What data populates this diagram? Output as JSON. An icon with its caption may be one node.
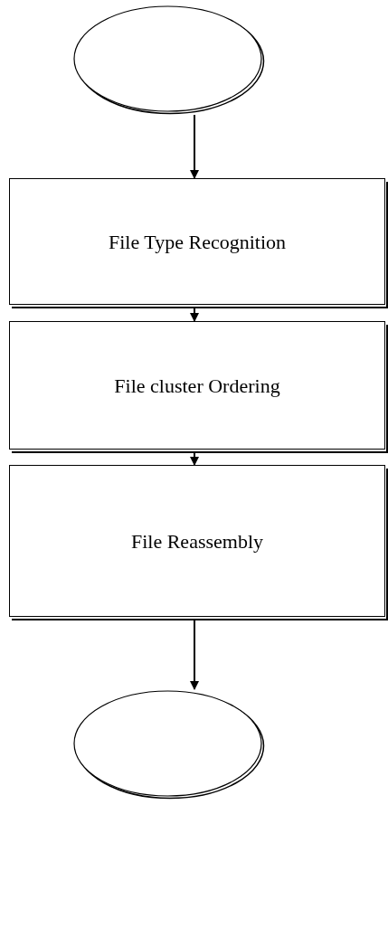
{
  "diagram": {
    "nodes": [
      {
        "text": [],
        "shape": "ellipse"
      },
      {
        "text": [
          "File Type Recognition"
        ]
      },
      {
        "text": [
          "File cluster Ordering"
        ]
      },
      {
        "text": [
          "File Reassembly"
        ]
      },
      {
        "text": [],
        "shape": "ellipse"
      }
    ],
    "edges": [
      {
        "from": 0,
        "to": 1,
        "arrow": "to"
      },
      {
        "from": 1,
        "to": 2,
        "arrow": "to"
      },
      {
        "from": 2,
        "to": 3,
        "arrow": "to"
      },
      {
        "from": 3,
        "to": 4,
        "arrow": "to"
      }
    ]
  }
}
